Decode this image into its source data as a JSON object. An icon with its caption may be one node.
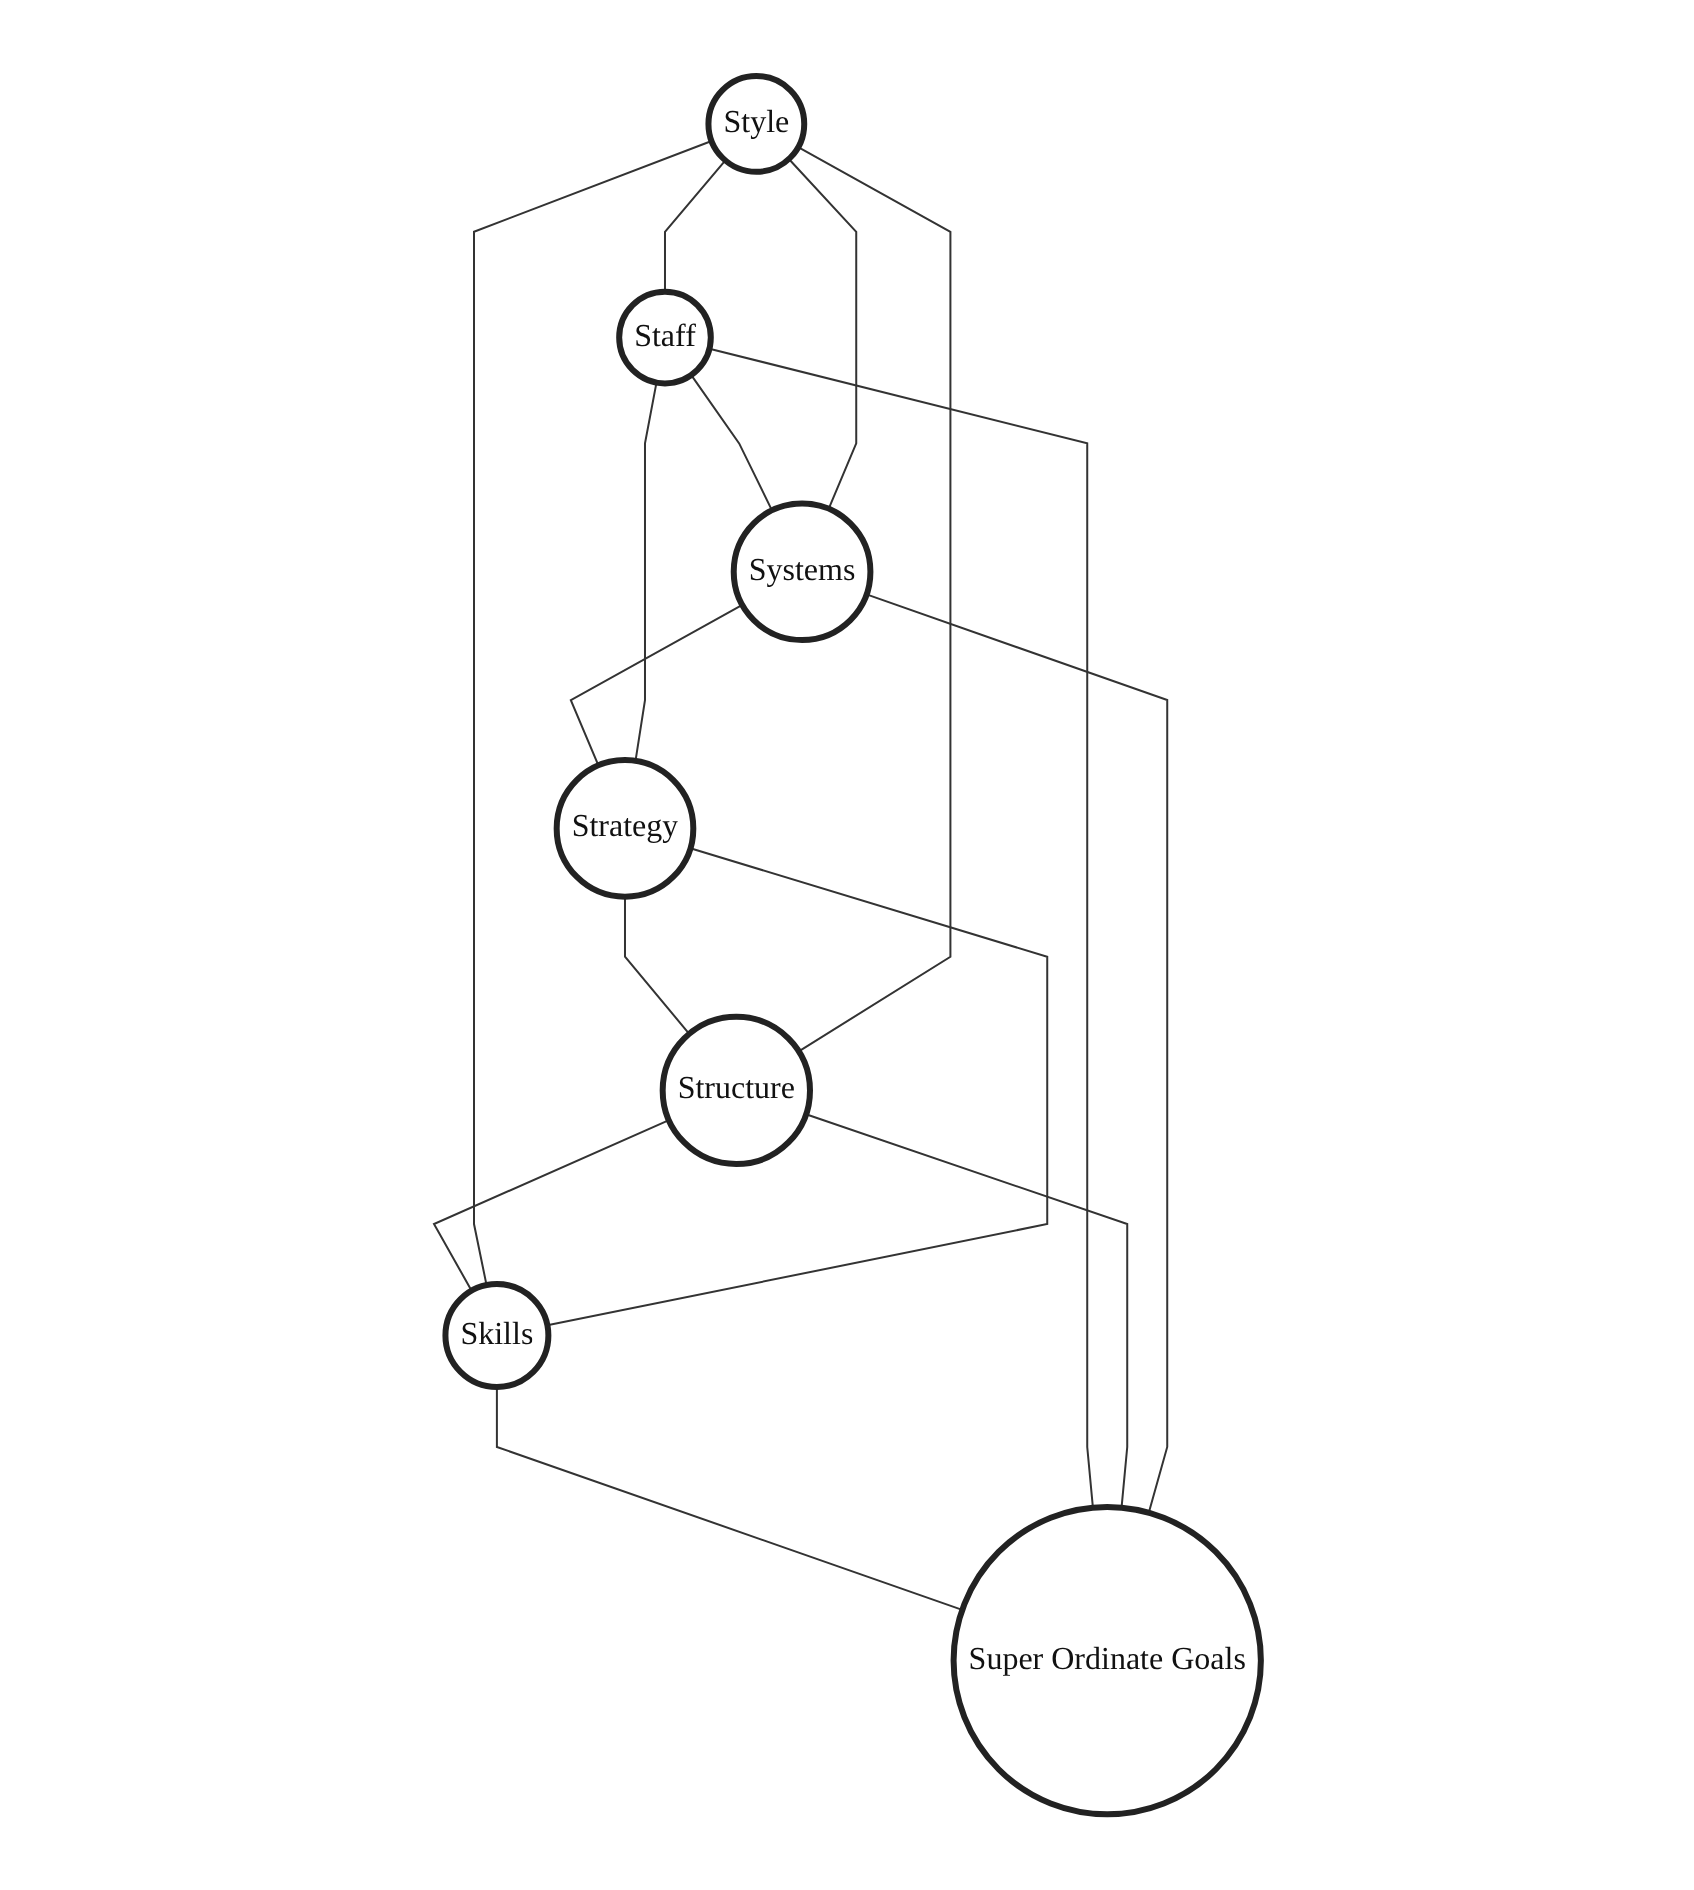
{
  "diagram": {
    "nodes": [
      {
        "text": [
          "Style"
        ]
      },
      {
        "text": [
          "Skills"
        ]
      },
      {
        "text": [
          "Staff"
        ]
      },
      {
        "text": [
          "Super Ordinate Goals"
        ]
      },
      {
        "text": [
          "Structure"
        ]
      },
      {
        "text": [
          "Systems"
        ]
      },
      {
        "text": [
          "Strategy"
        ]
      }
    ],
    "edges": [
      {
        "from": 0,
        "to": 2,
        "arrow": "none"
      },
      {
        "from": 2,
        "to": 5,
        "arrow": "none"
      },
      {
        "from": 5,
        "to": 6,
        "arrow": "none"
      },
      {
        "from": 6,
        "to": 4,
        "arrow": "none"
      },
      {
        "from": 4,
        "to": 1,
        "arrow": "none"
      },
      {
        "from": 1,
        "to": 0,
        "arrow": "none"
      },
      {
        "from": 0,
        "to": 4,
        "arrow": "none"
      },
      {
        "from": 0,
        "to": 5,
        "arrow": "none"
      },
      {
        "from": 1,
        "to": 6,
        "arrow": "none"
      },
      {
        "from": 2,
        "to": 6,
        "arrow": "none"
      },
      {
        "from": 1,
        "to": 3,
        "arrow": "none"
      },
      {
        "from": 2,
        "to": 3,
        "arrow": "none"
      },
      {
        "from": 4,
        "to": 3,
        "arrow": "none"
      },
      {
        "from": 5,
        "to": 3,
        "arrow": "none"
      }
    ]
  }
}
